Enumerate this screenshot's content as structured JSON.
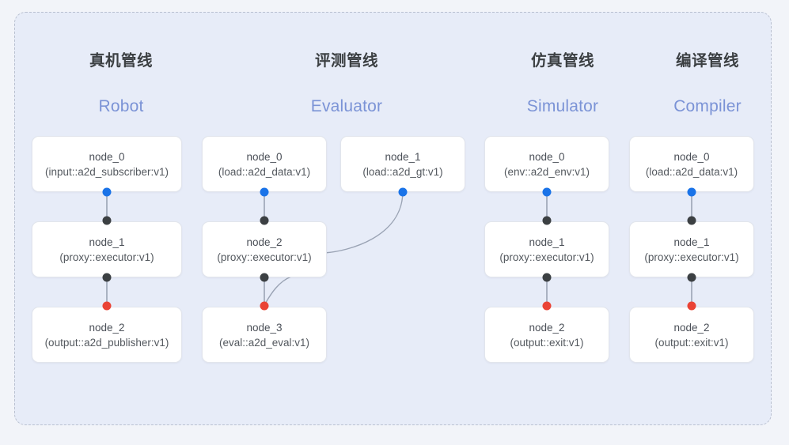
{
  "frame": {
    "background_color": "#e7ecf8",
    "border_color": "#b9c0d0",
    "outer_background_color": "#f2f4f9"
  },
  "palette": {
    "accent_blue": "#1a73e8",
    "dot_black": "#3c4043",
    "dot_red": "#ea4335",
    "title_en_color": "#7b93d6",
    "edge_color": "#9aa3b4"
  },
  "columns": [
    {
      "id": "robot",
      "title_cn": "真机管线",
      "title_en": "Robot",
      "nodes": [
        {
          "name": "node_0",
          "spec": "(input::a2d_subscriber:v1)"
        },
        {
          "name": "node_1",
          "spec": "(proxy::executor:v1)"
        },
        {
          "name": "node_2",
          "spec": "(output::a2d_publisher:v1)"
        }
      ]
    },
    {
      "id": "evaluator",
      "title_cn": "评测管线",
      "title_en": "Evaluator",
      "nodes": [
        {
          "name": "node_0",
          "spec": "(load::a2d_data:v1)"
        },
        {
          "name": "node_1",
          "spec": "(load::a2d_gt:v1)"
        },
        {
          "name": "node_2",
          "spec": "(proxy::executor:v1)"
        },
        {
          "name": "node_3",
          "spec": "(eval::a2d_eval:v1)"
        }
      ]
    },
    {
      "id": "simulator",
      "title_cn": "仿真管线",
      "title_en": "Simulator",
      "nodes": [
        {
          "name": "node_0",
          "spec": "(env::a2d_env:v1)"
        },
        {
          "name": "node_1",
          "spec": "(proxy::executor:v1)"
        },
        {
          "name": "node_2",
          "spec": "(output::exit:v1)"
        }
      ]
    },
    {
      "id": "compiler",
      "title_cn": "编译管线",
      "title_en": "Compiler",
      "nodes": [
        {
          "name": "node_0",
          "spec": "(load::a2d_data:v1)"
        },
        {
          "name": "node_1",
          "spec": "(proxy::executor:v1)"
        },
        {
          "name": "node_2",
          "spec": "(output::exit:v1)"
        }
      ]
    }
  ]
}
